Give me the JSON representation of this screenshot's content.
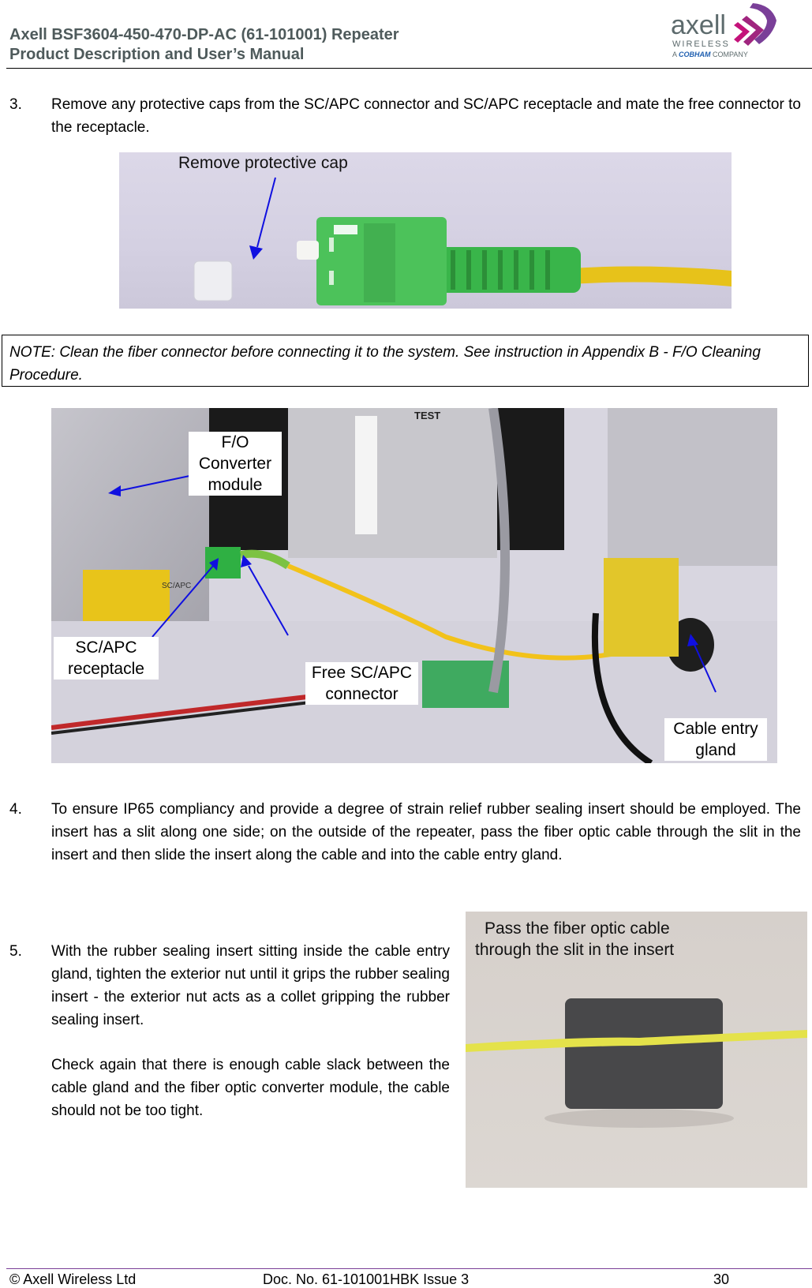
{
  "header": {
    "title_line1": "Axell BSF3604-450-470-DP-AC (61-101001) Repeater",
    "title_line2": "Product Description and User’s Manual",
    "logo": {
      "word": "axell",
      "sub1": "WIRELESS",
      "sub2_prefix": "A",
      "sub2_brand": "COBHAM",
      "sub2_suffix": "COMPANY",
      "colors": {
        "text": "#5d6b6d",
        "magenta": "#c4127a",
        "purple": "#7a3f98",
        "cobham_blue": "#1f5fb0"
      }
    }
  },
  "steps": [
    {
      "number": "3.",
      "text": "Remove any protective caps from the SC/APC connector and SC/APC receptacle and mate the free connector to the receptacle."
    },
    {
      "number": "4.",
      "text": "To ensure IP65 compliancy and provide a degree of strain relief rubber sealing insert should be employed. The insert has a slit along one side; on the outside of the repeater, pass the fiber optic cable through the slit in the insert and then slide the insert along the cable and into the cable entry gland."
    },
    {
      "number": "5.",
      "text": "With the rubber sealing insert sitting inside the cable entry gland, tighten the exterior nut until it grips the rubber sealing insert - the exterior nut acts as a collet gripping the rubber sealing insert.",
      "text2": "Check again that there is enough cable slack between the cable gland and the fiber optic converter module, the cable should not be too tight."
    }
  ],
  "note": {
    "text": "NOTE: Clean the fiber connector before connecting it to the system. See instruction in Appendix B - F/O Cleaning Procedure."
  },
  "figures": {
    "connector_photo": {
      "callout": "Remove protective cap"
    },
    "enclosure_photo": {
      "callouts": {
        "fo_converter": "F/O Converter module",
        "receptacle": "SC/APC receptacle",
        "free_connector": "Free SC/APC connector",
        "cable_gland": "Cable entry gland"
      },
      "labels": {
        "test": "TEST",
        "scapc": "SC/APC"
      }
    },
    "insert_photo": {
      "callout_line1": "Pass the fiber optic cable",
      "callout_line2": "through the slit in the insert"
    }
  },
  "footer": {
    "copyright": "© Axell Wireless Ltd",
    "doc_no": "Doc. No. 61-101001HBK Issue 3",
    "page": "30",
    "rule_color": "#7a3f98"
  }
}
